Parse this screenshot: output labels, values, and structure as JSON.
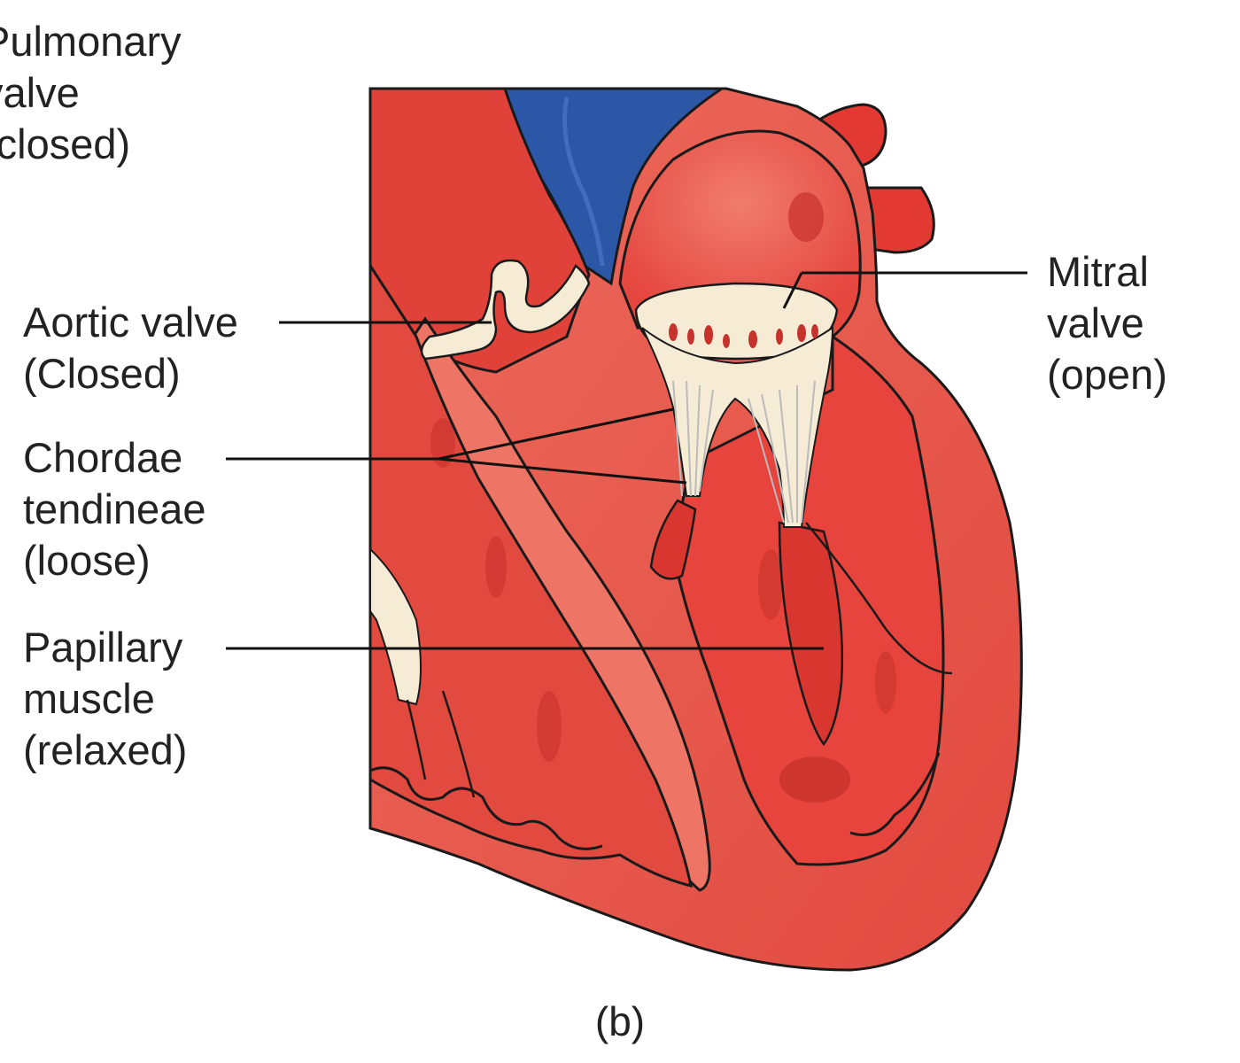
{
  "labels": {
    "pulmonary_valve": [
      "Pulmonary",
      "valve",
      "(closed)"
    ],
    "aortic_valve": [
      "Aortic valve",
      "(Closed)"
    ],
    "chordae_tendineae": [
      "Chordae",
      "tendineae",
      "(loose)"
    ],
    "papillary_muscle": [
      "Papillary",
      "muscle",
      "(relaxed)"
    ],
    "mitral_valve": [
      "Mitral",
      "valve",
      "(open)"
    ]
  },
  "panel_label": "(b)",
  "colors": {
    "myocardium": "#e8534a",
    "myocardium_light": "#ee7466",
    "myocardium_dark": "#c8322c",
    "vessel_blue": "#2b57a6",
    "valve_cream": "#f6ecd6",
    "outline": "#1a1a1a",
    "leader_line": "#111111"
  },
  "icons": {
    "heart": "heart-cross-section-illustration"
  }
}
